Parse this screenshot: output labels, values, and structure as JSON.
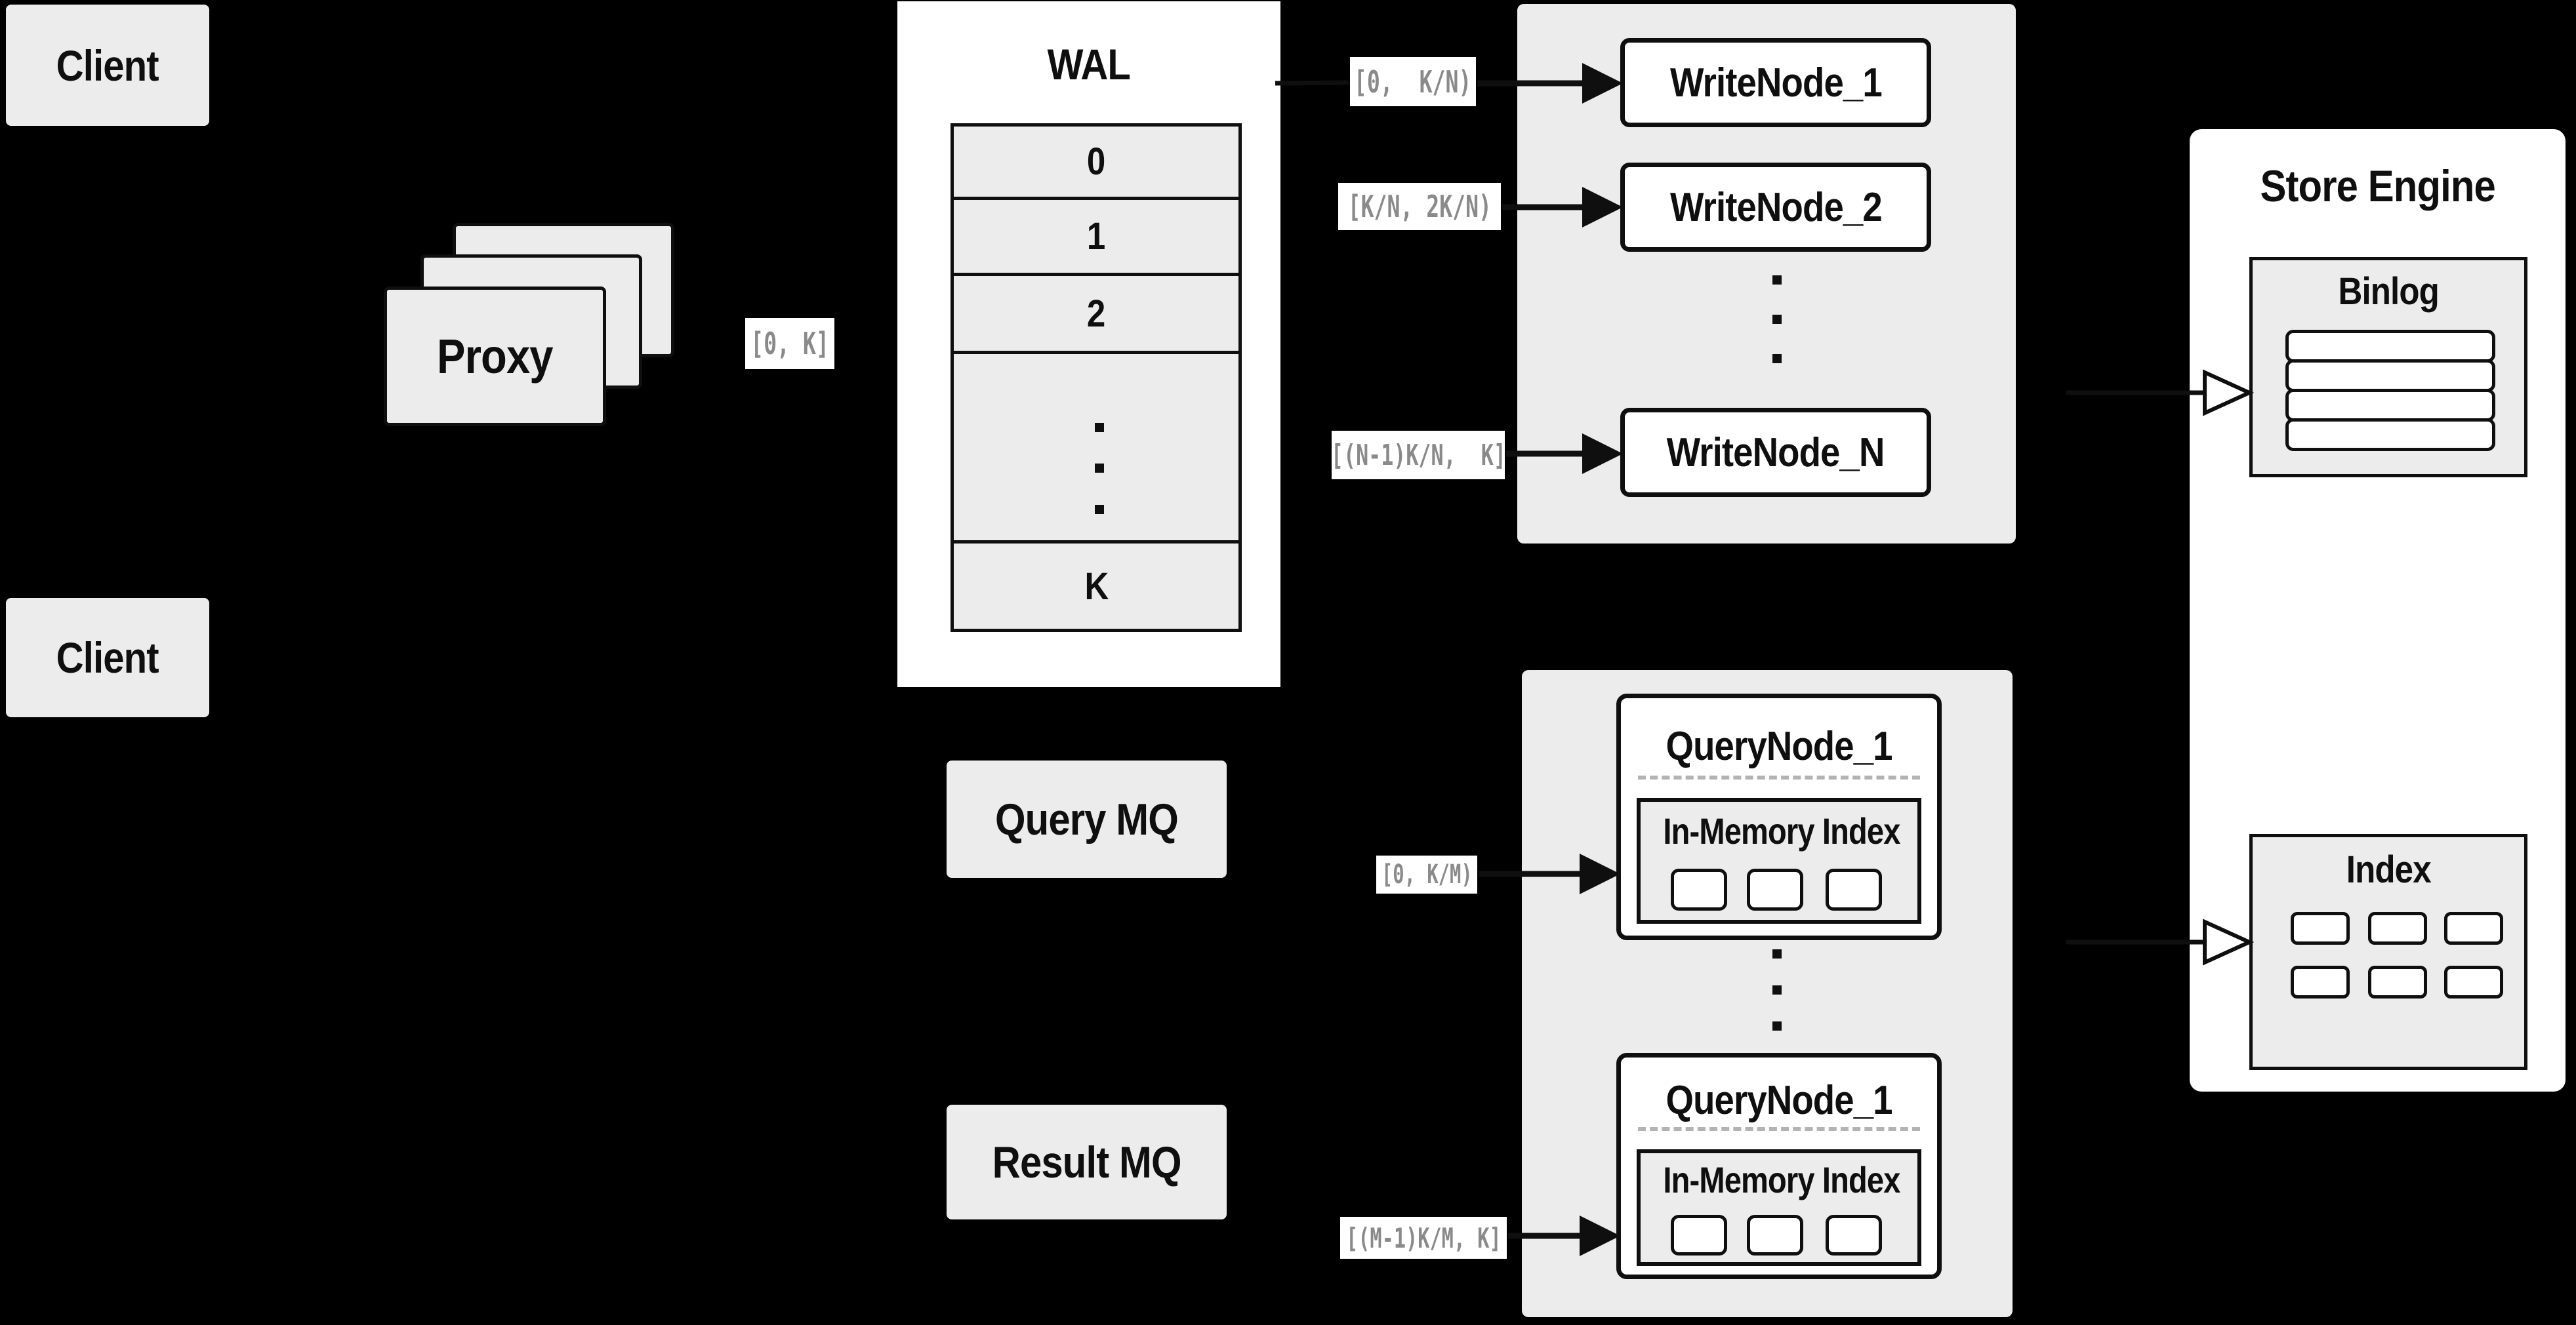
{
  "clients": {
    "top_label": "Client",
    "bottom_label": "Client"
  },
  "proxy": {
    "label": "Proxy"
  },
  "wal": {
    "title": "WAL",
    "rows": [
      "0",
      "1",
      "2",
      "K"
    ]
  },
  "write_nodes": {
    "node_1": "WriteNode_1",
    "node_2": "WriteNode_2",
    "node_n": "WriteNode_N"
  },
  "message_queues": {
    "query": "Query MQ",
    "result": "Result MQ"
  },
  "query_nodes": {
    "node_top": {
      "title": "QueryNode_1",
      "subtitle": "In-Memory Index"
    },
    "node_bottom": {
      "title": "QueryNode_1",
      "subtitle": "In-Memory Index"
    }
  },
  "store_engine": {
    "title": "Store Engine",
    "binlog_title": "Binlog",
    "index_title": "Index"
  },
  "flow_labels": {
    "proxy_to_wal": "[0, K]",
    "wal_to_writenode_1": "[0,  K/N)",
    "wal_to_writenode_2": "[K/N, 2K/N)",
    "wal_to_writenode_n": "[(N-1)K/N,  K]",
    "mq_to_querynode_first": "[0, K/M)",
    "mq_to_querynode_last": "[(M-1)K/M, K]"
  },
  "colors": {
    "background": "#000000",
    "box_gray": "#ececec",
    "box_white": "#ffffff",
    "line_black": "#0f0f0f",
    "label_text": "#8a8a8a",
    "dash_gray": "#b3b3b3"
  }
}
